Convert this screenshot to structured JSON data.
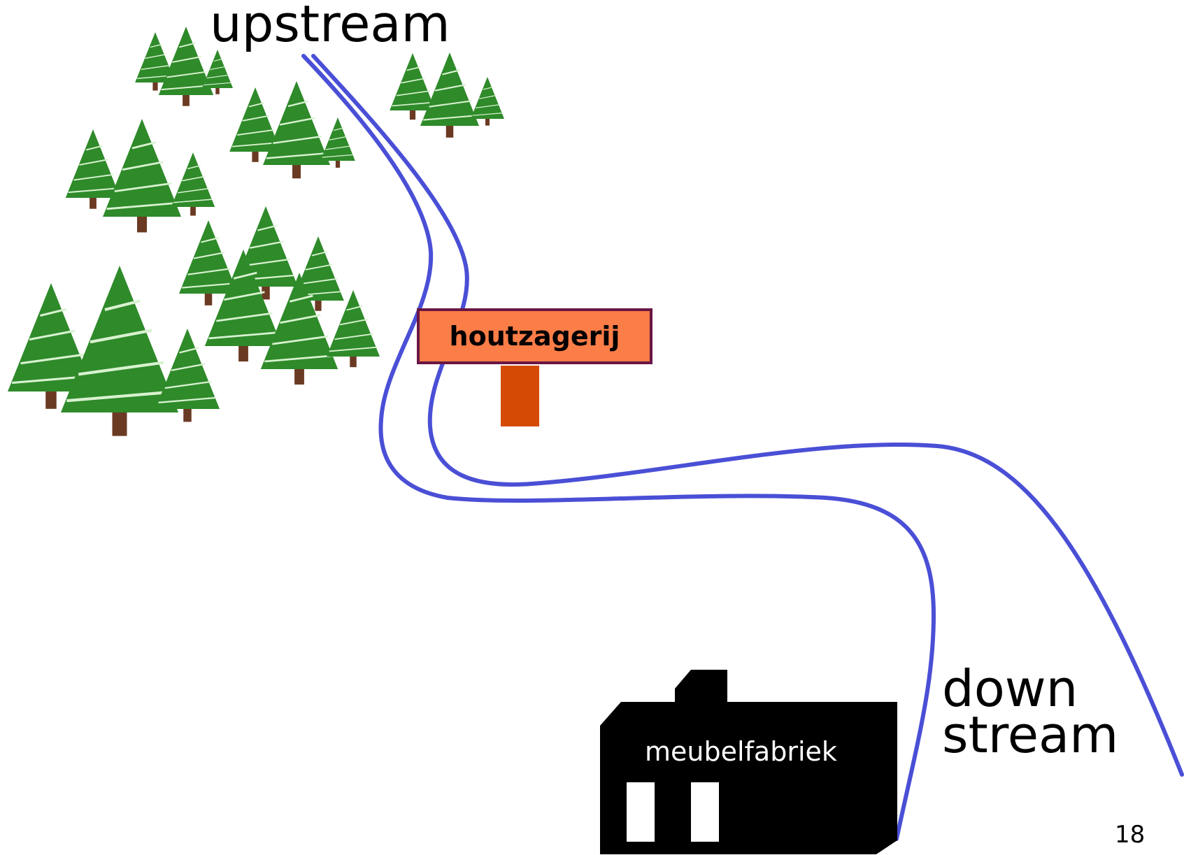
{
  "labels": {
    "upstream": "upstream",
    "downstream_line1": "down",
    "downstream_line2": "stream",
    "sawmill": "houtzagerij",
    "factory": "meubelfabriek",
    "page_number": "18"
  },
  "colors": {
    "river": "#4a4fd6",
    "tree_foliage": "#2f8a2a",
    "tree_trunk": "#6b3a22",
    "sign_fill": "#fb7d47",
    "sign_border": "#6a1644",
    "sign_post": "#d64b04",
    "factory": "#000000"
  },
  "icons": {
    "trees": "pine-tree-icon",
    "factory": "factory-icon"
  }
}
